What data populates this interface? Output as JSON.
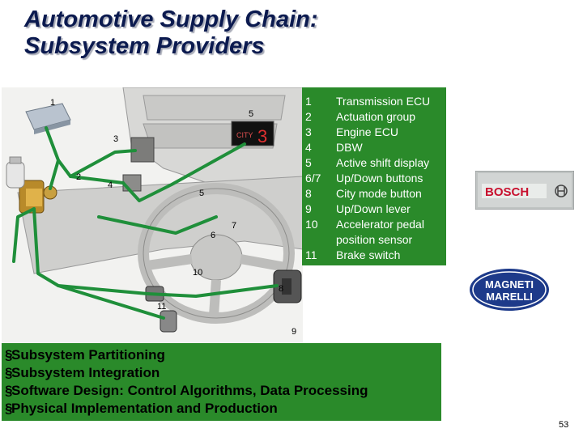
{
  "title": {
    "line1": "Automotive Supply Chain:",
    "line2": "Subsystem Providers"
  },
  "diagram": {
    "callouts": [
      "1",
      "2",
      "3",
      "4",
      "5",
      "5",
      "6",
      "7",
      "8",
      "9",
      "10",
      "11"
    ],
    "display_text": "CITY",
    "display_gear": "3"
  },
  "legend": [
    {
      "num": "1",
      "label": "Transmission ECU"
    },
    {
      "num": "2",
      "label": "Actuation group"
    },
    {
      "num": "3",
      "label": "Engine ECU"
    },
    {
      "num": "4",
      "label": "DBW"
    },
    {
      "num": "5",
      "label": "Active shift display"
    },
    {
      "num": "6/7",
      "label": "Up/Down buttons"
    },
    {
      "num": "8",
      "label": "City mode button"
    },
    {
      "num": "9",
      "label": "Up/Down lever"
    },
    {
      "num": "10",
      "label": "Accelerator pedal"
    },
    {
      "num": "",
      "label": "position sensor"
    },
    {
      "num": "11",
      "label": "Brake switch"
    }
  ],
  "bullets": [
    {
      "mark": "§",
      "text": "Subsystem Partitioning"
    },
    {
      "mark": "§",
      "text": "Subsystem Integration"
    },
    {
      "mark": "§",
      "text": "Software Design: Control Algorithms, Data Processing"
    },
    {
      "mark": "§",
      "text": "Physical Implementation and Production"
    }
  ],
  "logos": {
    "bosch": "BOSCH",
    "marelli_line1": "MAGNETI",
    "marelli_line2": "MARELLI"
  },
  "page_number": "53",
  "colors": {
    "title": "#0b1a4f",
    "panel_green": "#2a8a2a",
    "harness_green": "#1f8f3a",
    "bosch_red": "#c8102e"
  }
}
